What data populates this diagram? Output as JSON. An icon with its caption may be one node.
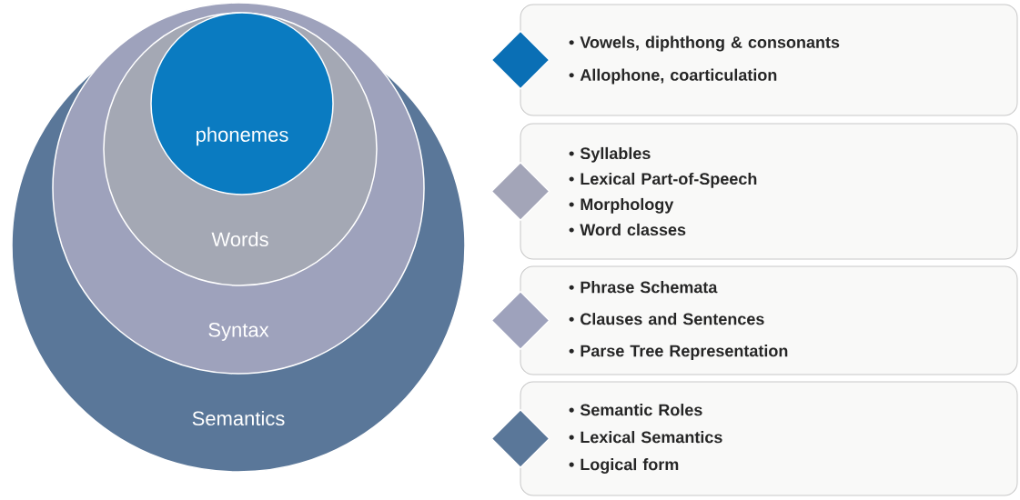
{
  "diagram": {
    "nodes": [
      {
        "text": [
          "Semantics"
        ]
      },
      {
        "text": [
          "Syntax"
        ],
        "in": 0
      },
      {
        "text": [
          "Words"
        ],
        "in": 1
      },
      {
        "text": [
          "phonemes"
        ],
        "in": 2
      },
      {
        "text": [
          "• Vowels, diphthong & consonants",
          "• Allophone, coarticulation"
        ]
      },
      {
        "text": [
          "• Syllables",
          "• Lexical Part-of-Speech",
          "• Morphology",
          "• Word classes"
        ]
      },
      {
        "text": [
          "• Phrase Schemata",
          "• Clauses and Sentences",
          "• Parse Tree Representation"
        ]
      },
      {
        "text": [
          "• Semantic Roles",
          "• Lexical Semantics",
          "• Logical form"
        ]
      }
    ]
  }
}
